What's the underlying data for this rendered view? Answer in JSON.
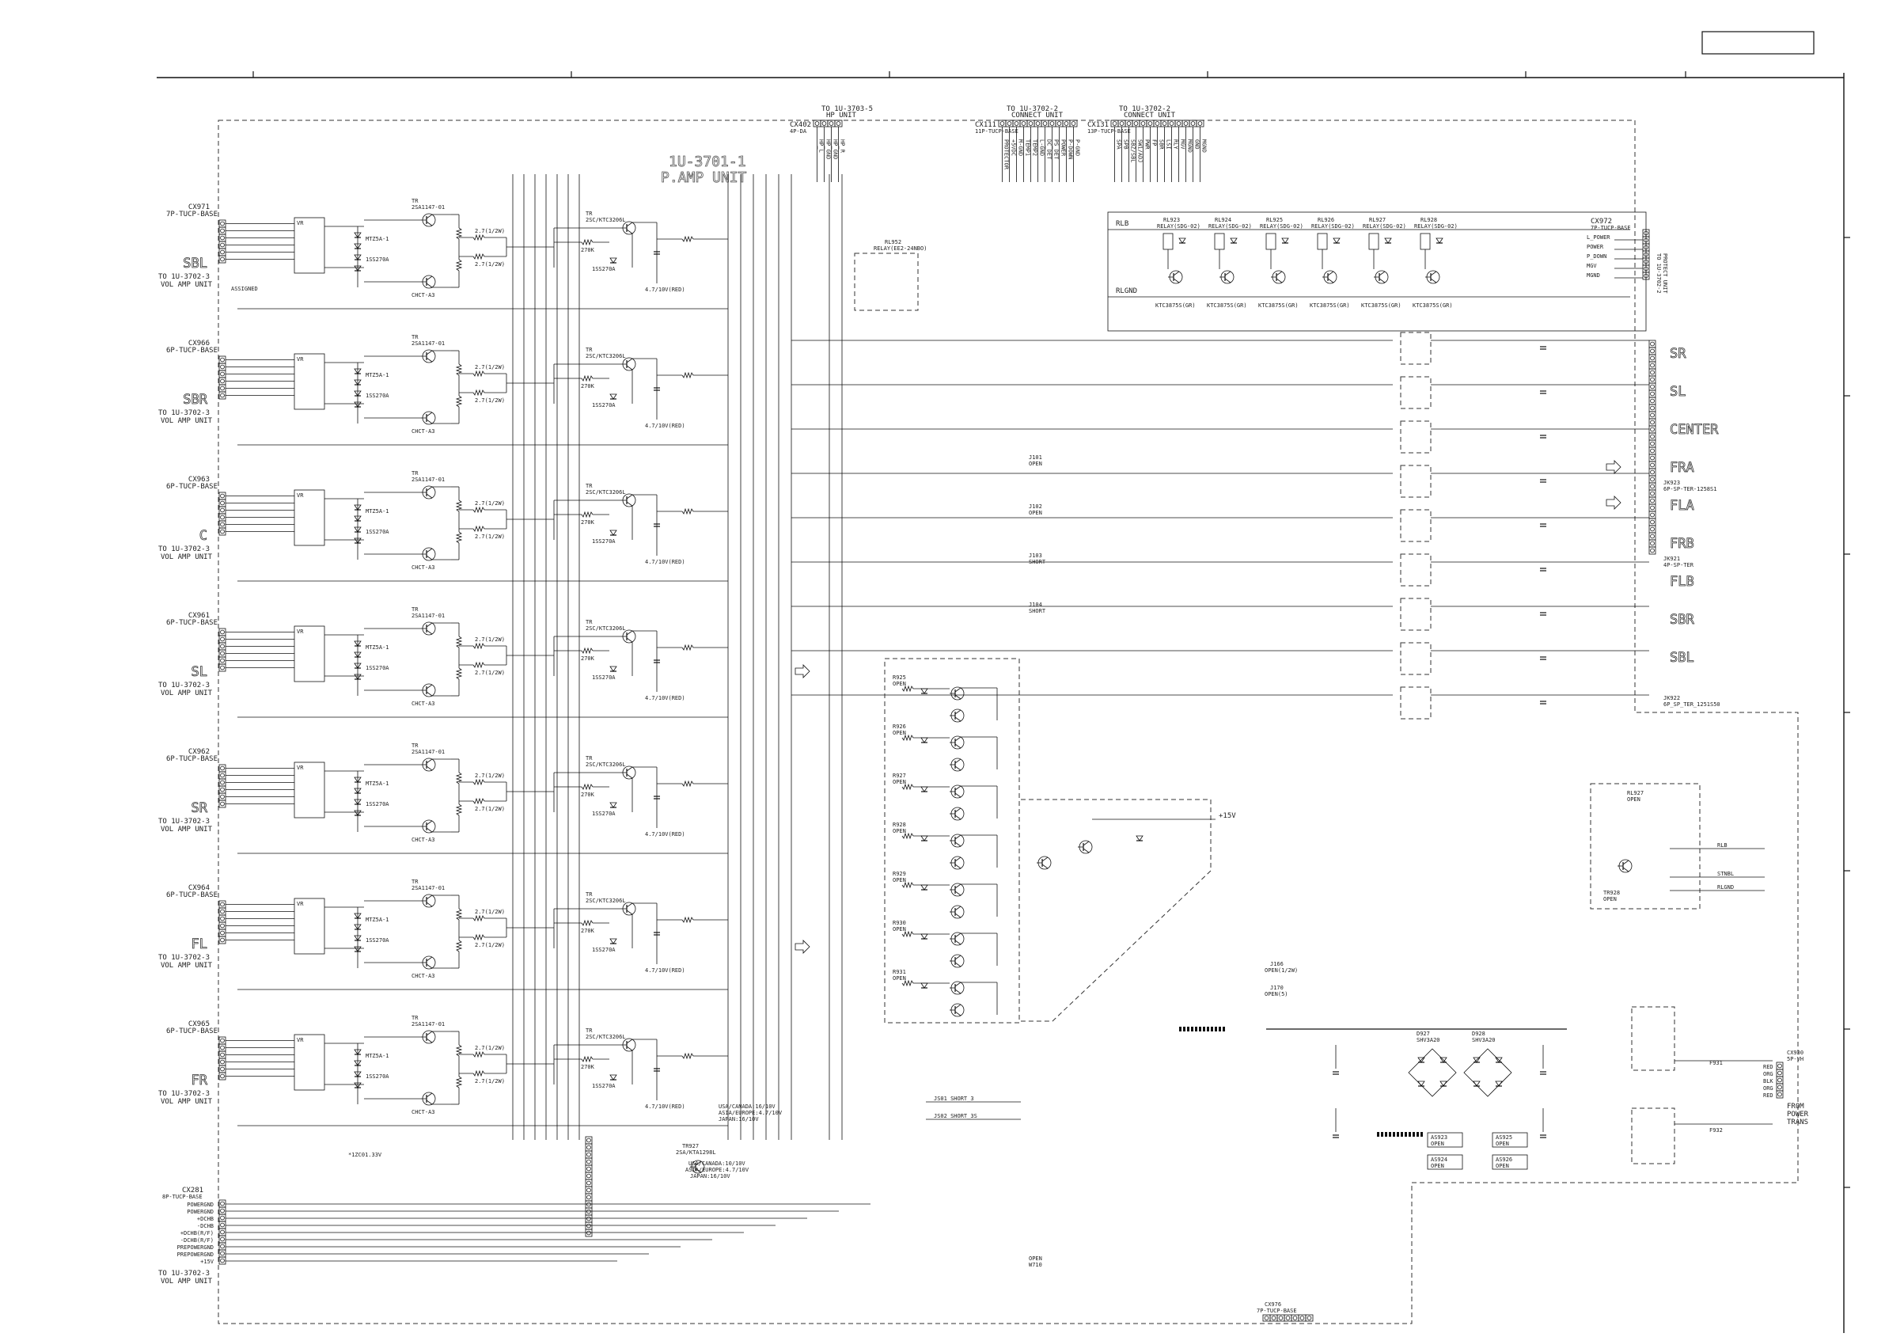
{
  "unit": {
    "code": "1U-3701-1",
    "name": "P.AMP UNIT"
  },
  "top_connectors": [
    {
      "ref": "TO 1U-3703-5",
      "sub": "HP UNIT",
      "conn": "CX402",
      "desc": "4P-DA",
      "pins": [
        "HP_L",
        "HP_GND",
        "HP_GND",
        "HP_R"
      ]
    },
    {
      "ref": "TO 1U-3702-2",
      "sub": "CONNECT UNIT",
      "conn": "CX111",
      "desc": "11P-TUCP-BASE",
      "pins": [
        "PROTECTOR",
        "+5VDC",
        "M-GND",
        "TEMP1",
        "TEMP2",
        "L-GND",
        "DC_DET",
        "PS_DET",
        "POWER",
        "P-DOWN",
        "P-GND"
      ]
    },
    {
      "ref": "TO 1U-3702-2",
      "sub": "CONNECT UNIT",
      "conn": "CX131",
      "desc": "13P-TUCP-BASE",
      "pins": [
        "SPA",
        "SPB",
        "SBZ/SBL",
        "SW1/ADJ",
        "PWR",
        "FP",
        "SBR",
        "LSI",
        "RLY",
        "MGV",
        "MGND",
        "GND",
        "MGND"
      ]
    }
  ],
  "channels": [
    {
      "label": "SBL",
      "conn": "CX971",
      "desc": "7P-TUCP-BASE",
      "to": "TO 1U-3702-3",
      "to2": "VOL AMP UNIT",
      "extra": "ASSIGNED"
    },
    {
      "label": "SBR",
      "conn": "CX966",
      "desc": "6P-TUCP-BASE",
      "to": "TO 1U-3702-3",
      "to2": "VOL AMP UNIT",
      "extra": ""
    },
    {
      "label": "C",
      "conn": "CX963",
      "desc": "6P-TUCP-BASE",
      "to": "TO 1U-3702-3",
      "to2": "VOL AMP UNIT",
      "extra": ""
    },
    {
      "label": "SL",
      "conn": "CX961",
      "desc": "6P-TUCP-BASE",
      "to": "TO 1U-3702-3",
      "to2": "VOL AMP UNIT",
      "extra": ""
    },
    {
      "label": "SR",
      "conn": "CX962",
      "desc": "6P-TUCP-BASE",
      "to": "TO 1U-3702-3",
      "to2": "VOL AMP UNIT",
      "extra": ""
    },
    {
      "label": "FL",
      "conn": "CX964",
      "desc": "6P-TUCP-BASE",
      "to": "TO 1U-3702-3",
      "to2": "VOL AMP UNIT",
      "extra": ""
    },
    {
      "label": "FR",
      "conn": "CX965",
      "desc": "6P-TUCP-BASE",
      "to": "TO 1U-3702-3",
      "to2": "VOL AMP UNIT",
      "extra": ""
    }
  ],
  "stage_labels": {
    "pre_driver": "2SC/KTC3206L",
    "reg_transistor": "2SC/KTC3206L",
    "zener": "MTZ5A-1",
    "diode": "1SS270A",
    "driver_top": "2SA1147-01",
    "driver_bottom": "CHCT-A3",
    "cap": "4.7/10V(RED)",
    "relay": "RELAY(SDG-02)",
    "vr": "VR"
  },
  "output_labels": [
    "SR",
    "SL",
    "CENTER",
    "FRA",
    "FLA",
    "FRB",
    "FLB",
    "SBR",
    "SBL"
  ],
  "output_connectors": [
    {
      "conn": "CX972",
      "desc": "7P-TUCP-BASE",
      "to": "TO 1U-3702-2",
      "to2": "PROTECT UNIT"
    },
    {
      "conn": "JK923",
      "desc": "6P-SP-TER-1258S1"
    },
    {
      "conn": "JK921",
      "desc": "4P-SP-TER"
    },
    {
      "conn": "JK922",
      "desc": "6P_SP_TER_1251S50"
    }
  ],
  "protect_pins": [
    "L_POWER",
    "POWER",
    "P_DOWN",
    "MGV",
    "MGND"
  ],
  "relays": [
    "RL923",
    "RL924",
    "RL925",
    "RL926",
    "RL927",
    "RL928"
  ],
  "relay_transistors": [
    "KTC3875S(GR)",
    "KTC3875S(GR)",
    "KTC3875S(GR)",
    "KTC3875S(GR)",
    "KTC3875S(GR)",
    "KTC3875S(GR)"
  ],
  "hp_relay": {
    "ref": "RL952",
    "type": "RELAY(EE2-24NBO)"
  },
  "misc_labels": {
    "supply": "+15V",
    "short": "SHORT",
    "open": "OPEN",
    "j_short_1": "JS01 SHORT_3",
    "j_short_2": "JS02 SHORT_3S",
    "w710": "OPEN W710",
    "trans": "FROM POWER TRANS",
    "red": "RED",
    "org": "ORG",
    "blk": "BLK",
    "trans_conn": "CX930 5P-VH",
    "bottom_conn": "CX976 7P-TUCP-BASE",
    "fuse_1": "F931",
    "fuse_2": "F932",
    "bridge_1": "D927 SHV3A20",
    "bridge_2": "D928 SHV3A20",
    "reg_note_1": "USA/CANADA:16/10V",
    "reg_note_2": "ASIA/EUROPE:4.7/10V",
    "reg_note_3": "JAPAN:16/10V",
    "reg_tr": "TR927 2SA/KTA1298L",
    "tr_note_1": "USA/CANADA:10/10V",
    "tr_note_2": "ASIA/EUROPE:4.7/10V",
    "tr_note_3": "JAPAN:16/10V",
    "zener_note": "*1ZC01.33V",
    "as_labels": [
      "AS923 OPEN",
      "AS925 OPEN",
      "AS924 OPEN",
      "AS926 OPEN"
    ]
  },
  "power_bus": {
    "conn": "CX281",
    "desc": "8P-TUCP-BASE",
    "to": "TO 1U-3702-3",
    "to2": "VOL AMP UNIT",
    "pins": [
      "POWERGND",
      "POWERGND",
      "+DCHB",
      "-DCHB",
      "+DCHB(R/F)",
      "-DCHB(R/F)",
      "PREPOWERGND",
      "PREPOWERGND",
      "+15V"
    ]
  },
  "small_relay_block": {
    "ref": "RL927",
    "desc": "OPEN",
    "pins": [
      "RLB",
      "STNBL",
      "RLGND"
    ],
    "tr": "TR928 OPEN"
  }
}
